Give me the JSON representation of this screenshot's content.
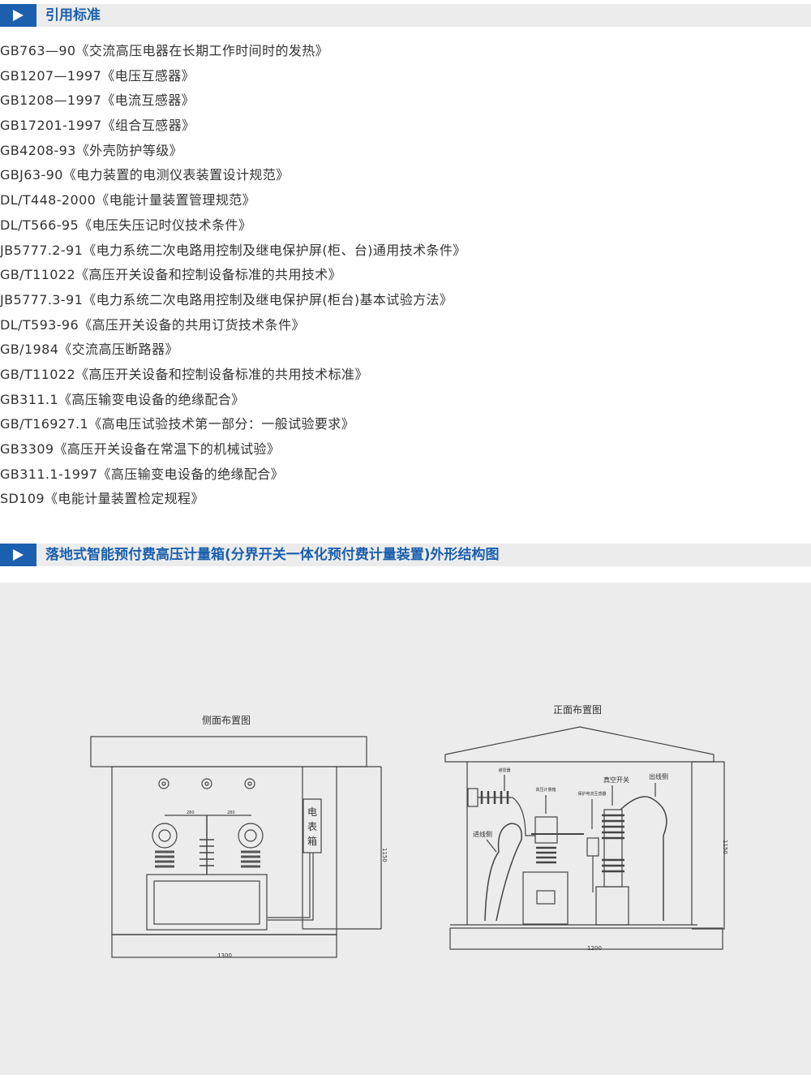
{
  "section1": {
    "title": "引用标准"
  },
  "standards": [
    "GB763—90《交流高压电器在长期工作时间时的发热》",
    "GB1207—1997《电压互感器》",
    "GB1208—1997《电流互感器》",
    "GB17201-1997《组合互感器》",
    "GB4208-93《外壳防护等级》",
    "GBJ63-90《电力装置的电测仪表装置设计规范》",
    "DL/T448-2000《电能计量装置管理规范》",
    "DL/T566-95《电压失压记时仪技术条件》",
    "JB5777.2-91《电力系统二次电路用控制及继电保护屏(柜、台)通用技术条件》",
    "GB/T11022《高压开关设备和控制设备标准的共用技术》",
    "JB5777.3-91《电力系统二次电路用控制及继电保护屏(柜台)基本试验方法》",
    "DL/T593-96《高压开关设备的共用订货技术条件》",
    "GB/1984《交流高压断路器》",
    "GB/T11022《高压开关设备和控制设备标准的共用技术标准》",
    "GB311.1《高压输变电设备的绝缘配合》",
    "GB/T16927.1《高电压试验技术第一部分：一般试验要求》",
    "GB3309《高压开关设备在常温下的机械试验》",
    "GB311.1-1997《高压输变电设备的绝缘配合》",
    "SD109《电能计量装置检定规程》"
  ],
  "section2": {
    "title": "落地式智能预付费高压计量箱(分界开关一体化预付费计量装置)外形结构图"
  },
  "side_view": {
    "title": "侧面布置图",
    "meter_box": [
      "电",
      "表",
      "箱"
    ],
    "dim_a": "280",
    "dim_b": "280",
    "height": "1150",
    "width": "1300"
  },
  "front_view": {
    "title": "正面布置图",
    "arrester": "避雷器",
    "metering_box": "高压计量箱",
    "protection_ct": "保护电流互感器",
    "vacuum_switch": "真空开关",
    "outgoing": "出线侧",
    "incoming": "进线侧",
    "height": "1150",
    "width": "1200"
  },
  "colors": {
    "accent": "#1b5fae",
    "header_bg": "#ececec"
  }
}
